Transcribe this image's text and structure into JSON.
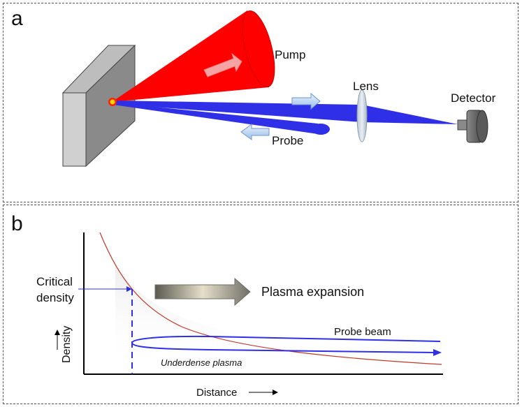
{
  "panel_a": {
    "letter": "a",
    "labels": {
      "pump": "Pump",
      "lens": "Lens",
      "detector": "Detector",
      "probe": "Probe"
    }
  },
  "panel_b": {
    "letter": "b",
    "labels": {
      "critical_line1": "Critical",
      "critical_line2": "density",
      "plasma_expansion": "Plasma expansion",
      "probe_beam": "Probe beam",
      "underdense": "Underdense plasma",
      "ylabel": "Density",
      "xlabel": "Distance"
    }
  },
  "colors": {
    "pump": "#ff0000",
    "probe": "#2f2fe8",
    "density_curve": "#c0392b",
    "target_front": "#cfcfcf",
    "detector": "#6d6d6d"
  }
}
